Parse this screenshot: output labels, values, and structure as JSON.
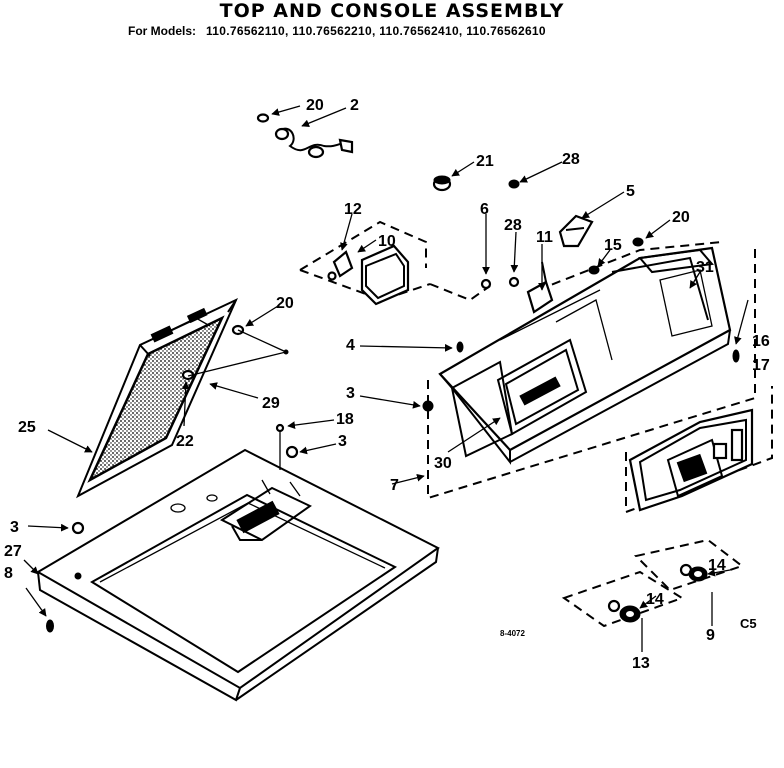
{
  "title": "TOP AND CONSOLE ASSEMBLY",
  "subtitle": {
    "prefix": "For Models:",
    "models": "110.76562110, 110.76562210, 110.76562410, 110.76562610"
  },
  "diagram_code": "8-4072",
  "corner_code": "C5",
  "callouts": {
    "c20a": "20",
    "c2": "2",
    "c21": "21",
    "c28a": "28",
    "c5": "5",
    "c12": "12",
    "c10": "10",
    "c6": "6",
    "c28b": "28",
    "c11": "11",
    "c20b": "20",
    "c15": "15",
    "c31": "31",
    "c20c": "20",
    "c4": "4",
    "c3a": "3",
    "c29": "29",
    "c22": "22",
    "c25": "25",
    "c18": "18",
    "c3b": "3",
    "c30": "30",
    "c7": "7",
    "c16": "16",
    "c17": "17",
    "c3c": "3",
    "c27": "27",
    "c8": "8",
    "c14a": "14",
    "c14b": "14",
    "c9": "9",
    "c13": "13"
  }
}
